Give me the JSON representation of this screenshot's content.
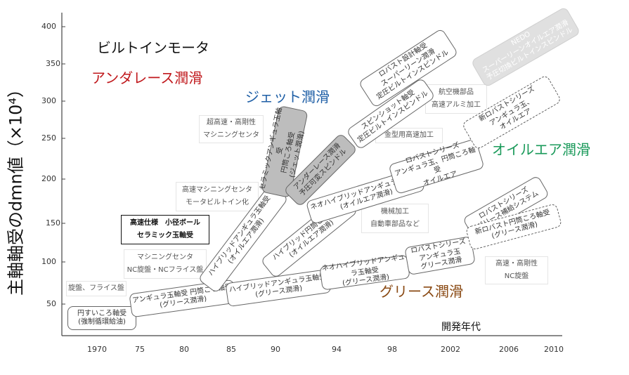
{
  "diagram": {
    "y_axis": {
      "label": "主軸軸受のdmn値（×10⁴）",
      "ticks": [
        {
          "value": 400,
          "label": "400"
        },
        {
          "value": 350,
          "label": "350"
        },
        {
          "value": 300,
          "label": "300"
        },
        {
          "value": 250,
          "label": "250"
        },
        {
          "value": 200,
          "label": "200"
        },
        {
          "value": 150,
          "label": "150"
        },
        {
          "value": 100,
          "label": "100"
        },
        {
          "value": 50,
          "label": "50"
        }
      ]
    },
    "x_axis": {
      "label": "開発年代",
      "ticks": [
        "1970",
        "75",
        "80",
        "85",
        "90",
        "94",
        "98",
        "2002",
        "2006",
        "2010"
      ]
    },
    "headings": {
      "builtin": "ビルトインモータ",
      "underrace": "アンダレース潤滑",
      "jet": "ジェット潤滑",
      "oilair": "オイルエア潤滑",
      "grease": "グリース潤滑"
    },
    "heading_colors": {
      "builtin": "#111111",
      "underrace": "#c0181c",
      "jet": "#1f5fa6",
      "oilair": "#1a9a5a",
      "grease": "#8a4a14"
    },
    "application_labels": {
      "lathe": "旋盤、フライス盤",
      "machining_center_nc": "マシニングセンタ\nNC旋盤・NCフライス盤",
      "hs_small_ball": "高速仕様　小径ボール\nセラミック玉軸受",
      "hs_mc_motor": "高速マシニングセンタ\nモータビルトイン化",
      "ultra_hs_rigid": "超高速・高剛性\nマシニングセンタ",
      "mold_hs": "金型用高速加工",
      "machining_auto": "機械加工\n自動車部品など",
      "aircraft_al": "航空機部品\n高速アルミ加工",
      "hs_rigid_nc": "高速・高剛性\nNC旋盤"
    },
    "boxes": {
      "cyl_roller_circ": "円すいころ軸受\n(強制循環給油)",
      "angular_grease": "アンギュラ玉軸受 円筒ころ軸受\n(グリース潤滑)",
      "hybrid_angular_oilair": "ハイブリッドアンギュラ玉軸受\n(オイルエア潤滑)",
      "hybrid_angular_grease": "ハイブリッドアンギュラ玉軸受\n(グリース潤滑)",
      "hybrid_cyl_oilair": "ハイブリッド円筒ころ軸受\n(オイルエア潤滑)",
      "ceramic_jet": "セラミックアンギュラ玉軸受\n円筒ころ軸受\n(ジェット潤滑)",
      "underrace_spindle": "アンダーレース潤滑\n予圧可変スピンドル",
      "neo_hybrid_oilair": "ネオハイブリッドアンギュラ玉軸受\n(オイルエア潤滑)",
      "neo_hybrid_grease": "ネオハイブリッドアンギュラ玉軸受\n(グリース潤滑)",
      "spinshot": "スピンショット軸受\n定圧ビルトインスピンドル",
      "robust_design": "ロバスト設計軸受\nスーパーリーン潤滑\n定圧ビルトインスピンドル",
      "robust_angular_oilair": "ロバストシリーズ\nアンギュラ玉、円筒ころ軸受\nオイルエア",
      "robust_angular_grease": "ロバストシリーズ\nアンギュラ玉\nグリース潤滑",
      "nedo": "NEDO\nスーパーリーンオイルエア潤滑\n予圧切換ビルトインスピンドル",
      "new_robust_oilair": "新ロバストシリーズ\nアンギュラ玉、\nオイルエア",
      "robust_grease_supply": "ロバストシリーズ\nグリース補給システム",
      "new_robust_cyl_grease": "新ロバスト円筒ころ軸受\n(グリース潤滑)"
    }
  }
}
